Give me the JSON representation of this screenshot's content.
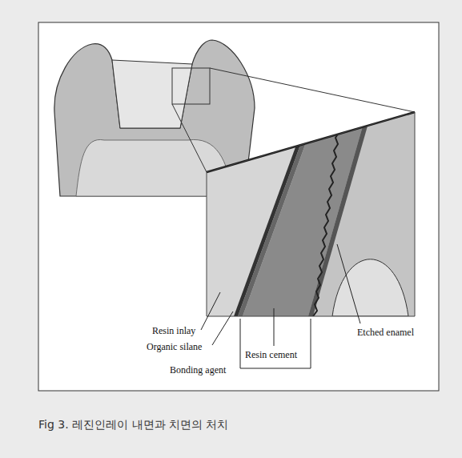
{
  "diagram": {
    "caption": "Fig 3. 레진인레이 내면과 치면의 처치",
    "labels": [
      "Resin inlay",
      "Organic silane",
      "Resin cement",
      "Bonding agent",
      "Etched enamel"
    ]
  }
}
